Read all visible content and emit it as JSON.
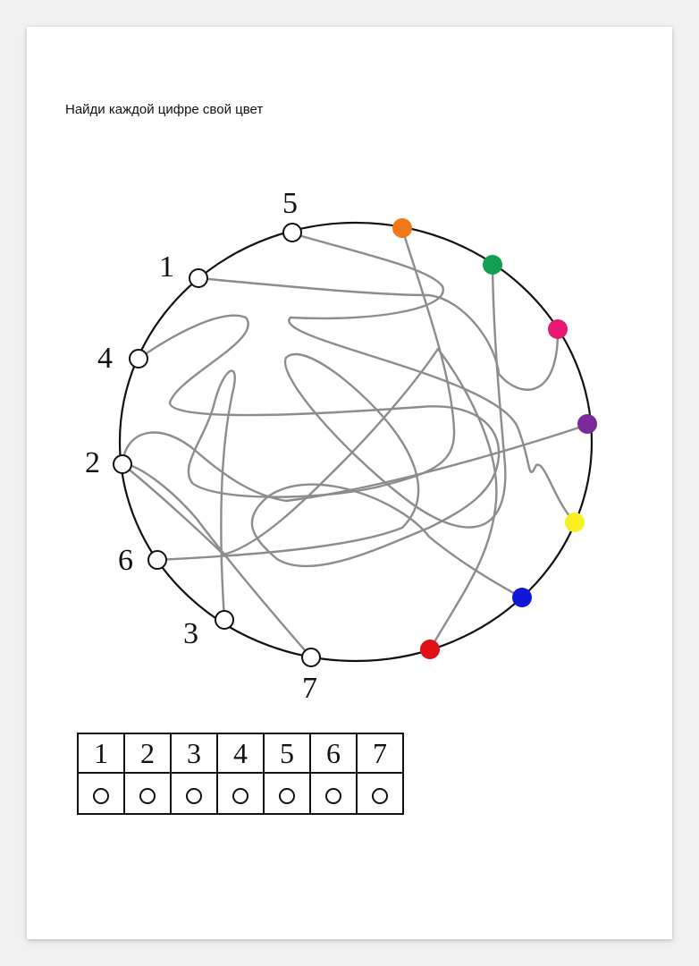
{
  "page": {
    "instruction": "Найди каждой цифре свой цвет"
  },
  "numbers": [
    {
      "label": "5"
    },
    {
      "label": "1"
    },
    {
      "label": "4"
    },
    {
      "label": "2"
    },
    {
      "label": "6"
    },
    {
      "label": "3"
    },
    {
      "label": "7"
    }
  ],
  "colors": [
    {
      "name": "orange",
      "hex": "#f07818"
    },
    {
      "name": "green",
      "hex": "#12a050"
    },
    {
      "name": "pink",
      "hex": "#e8186e"
    },
    {
      "name": "purple",
      "hex": "#7a2a9a"
    },
    {
      "name": "yellow",
      "hex": "#f6f022"
    },
    {
      "name": "blue",
      "hex": "#1018d8"
    },
    {
      "name": "red",
      "hex": "#e01018"
    }
  ],
  "line_color": "#8c8c8c",
  "answer_table": {
    "headers": [
      "1",
      "2",
      "3",
      "4",
      "5",
      "6",
      "7"
    ]
  }
}
